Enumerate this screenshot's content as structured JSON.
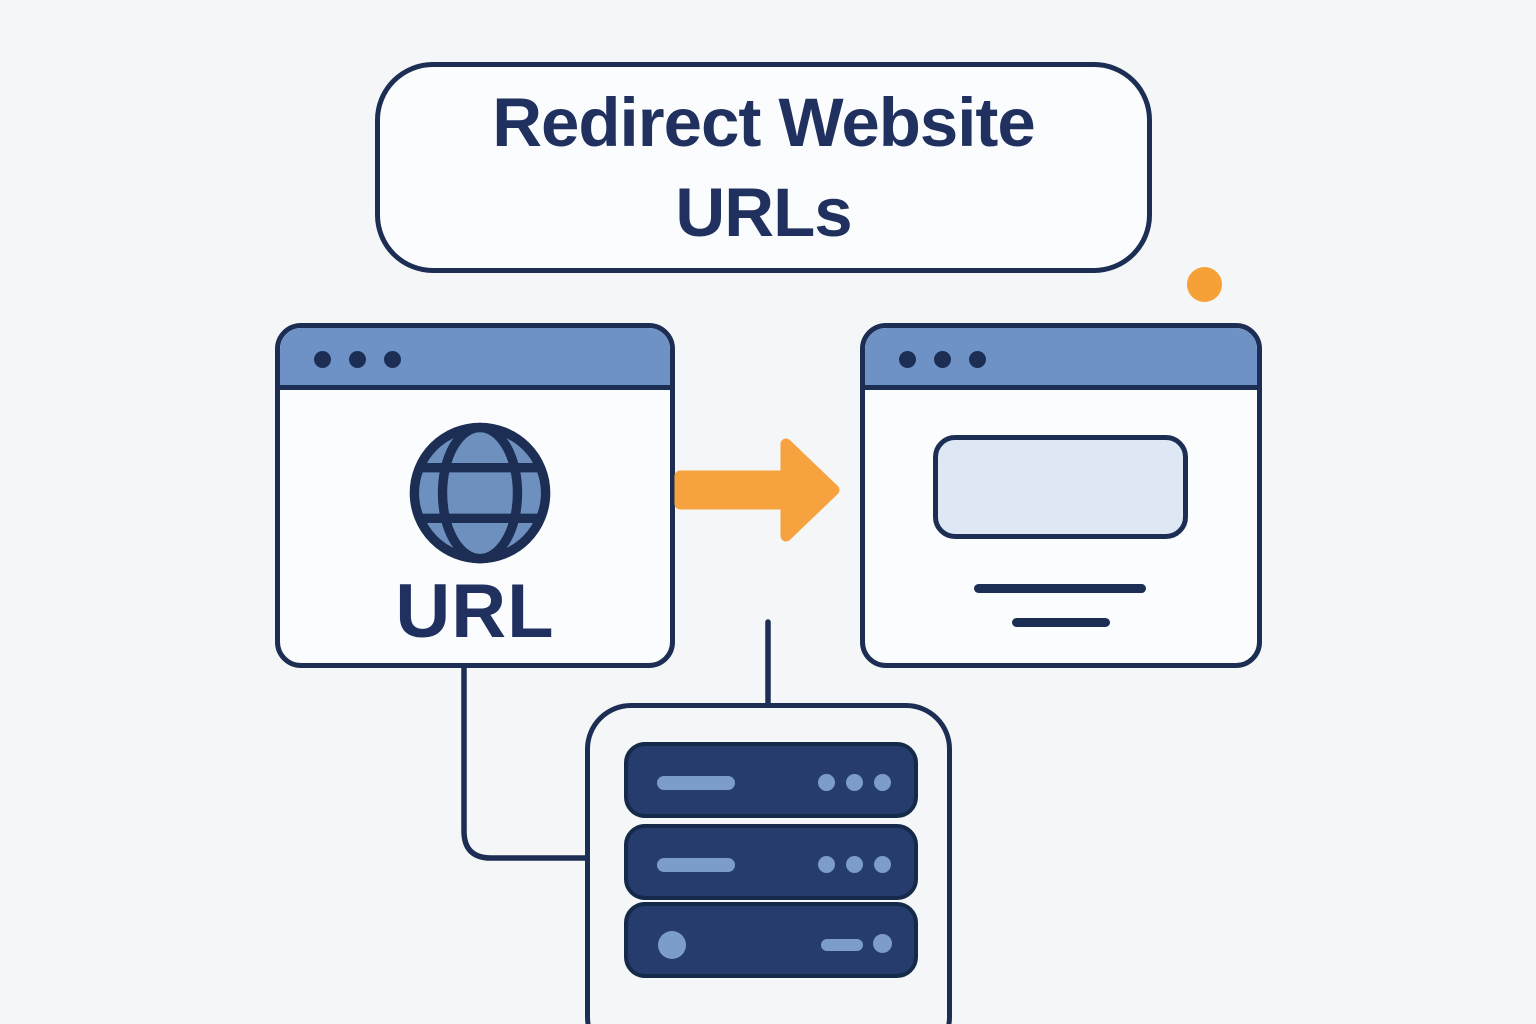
{
  "title": {
    "line1": "Redirect Website",
    "line2": "URLs"
  },
  "source_window": {
    "label": "URL",
    "icon": "globe-icon",
    "controls": "window-control-dots"
  },
  "destination_window": {
    "content": "content-placeholder-block",
    "controls": "window-control-dots"
  },
  "flow": {
    "arrow_icon": "arrow-right-icon",
    "server_icon": "server-stack-icon",
    "connectors": [
      "source-window-to-server",
      "arrow-area-to-server"
    ]
  },
  "colors": {
    "ink": "#1d2e54",
    "title_text": "#20315f",
    "bar_blue": "#6e92c6",
    "globe_fill": "#6e90bf",
    "arrow_orange": "#f6a33f",
    "accent_orange": "#f5a137",
    "content_fill": "#dde8f4",
    "server_fill": "#253c6d",
    "server_border": "#15294b",
    "server_accent": "#7d9dc9",
    "page_bg": "#f5f6f7",
    "panel_bg": "#fbfcfd"
  }
}
